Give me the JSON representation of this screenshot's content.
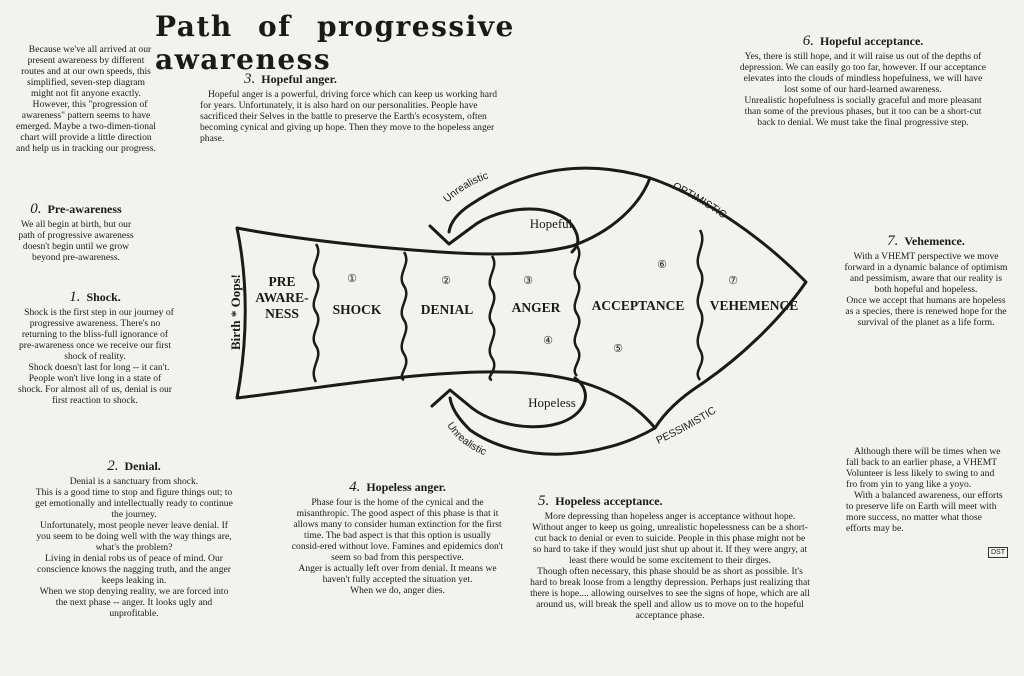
{
  "title": "Path of progressive awareness",
  "intro": {
    "p1": "Because we've all arrived at our present awareness by different routes and at our own speeds, this simplified, seven-step diagram might not fit anyone exactly.",
    "p2": "However, this \"progression of awareness\" pattern seems to have emerged. Maybe a two-dimen-tional chart will provide a little direction and help us in tracking our progress."
  },
  "sections": {
    "s0": {
      "num": "0.",
      "heading": "Pre-awareness",
      "body": "We all begin at birth, but our path of progressive awareness doesn't begin until we grow beyond pre-awareness."
    },
    "s1": {
      "num": "1.",
      "heading": "Shock.",
      "p1": "Shock is the first step in our journey of progressive awareness. There's no returning to the bliss-full ignorance of pre-awareness once we receive our first shock of reality.",
      "p2": "Shock doesn't last for long -- it can't. People won't live long in a state of shock. For almost all of us, denial is our first reaction to shock."
    },
    "s2": {
      "num": "2.",
      "heading": "Denial.",
      "p1": "Denial is a sanctuary from shock.",
      "p2": "This is a good time to stop and figure things out; to get emotionally and intellectually ready to continue the journey.",
      "p3": "Unfortunately, most people never leave denial. If you seem to be doing well with the way things are, what's the problem?",
      "p4": "Living in denial robs us of peace of mind. Our conscience knows the nagging truth, and the anger keeps leaking in.",
      "p5": "When we stop denying reality, we are forced into the next phase -- anger. It looks ugly and unprofitable."
    },
    "s3": {
      "num": "3.",
      "heading": "Hopeful anger.",
      "body": "Hopeful anger is a powerful, driving force which can keep us working hard for years. Unfortunately, it is also hard on our personalities. People have sacrificed their Selves in the battle to preserve the Earth's ecosystem, often becoming cynical and giving up hope. Then they move to the hopeless anger phase."
    },
    "s4": {
      "num": "4.",
      "heading": "Hopeless anger.",
      "p1": "Phase four is the home of the cynical and the misanthropic. The good aspect of this phase is that it allows many to consider human extinction for the first time. The bad aspect is that this option is usually consid-ered without love. Famines and epidemics don't seem so bad from this perspective.",
      "p2": "Anger is actually left over from denial. It means we haven't fully accepted the situation yet.",
      "p3": "When we do, anger dies."
    },
    "s5": {
      "num": "5.",
      "heading": "Hopeless acceptance.",
      "p1": "More depressing than hopeless anger is acceptance without hope. Without anger to keep us going, unrealistic hopelessness can be a short-cut back to denial or even to suicide. People in this phase might not be so hard to take if they would just shut up about it. If they were angry, at least there would be some excitement to their dirges.",
      "p2": "Though often necessary, this phase should be as short as possible. It's hard to break loose from a lengthy depression. Perhaps just realizing that there is hope.... allowing ourselves to see the signs of hope, which are all around us, will break the spell and allow us to move on to the hopeful acceptance phase."
    },
    "s6": {
      "num": "6.",
      "heading": "Hopeful acceptance.",
      "p1": "Yes, there is still hope, and it will raise us out of the depths of depression. We can easily go too far, however. If our acceptance elevates into the clouds of mindless hopefulness, we will have lost some of our hard-learned awareness.",
      "p2": "Unrealistic hopefulness is socially graceful and more pleasant than some of the previous phases, but it too can be a short-cut back to denial. We must take the final progressive step."
    },
    "s7": {
      "num": "7.",
      "heading": "Vehemence.",
      "p1": "With a VHEMT perspective we move forward in a dynamic balance of optimism and pessimism, aware that our reality is both hopeful and hopeless.",
      "p2": "Once we accept that humans are hopeless as a species, there is renewed hope for the survival of the planet as a life form."
    },
    "closing": {
      "p1": "Although there will be times when we fall back to an earlier phase, a VHEMT Volunteer is less likely to swing to and fro from yin to yang like a yoyo.",
      "p2": "With a balanced awareness, our efforts to preserve life on Earth will meet with more success, no matter what those efforts may be."
    }
  },
  "diagram": {
    "birth_label": "Birth * Oops!",
    "stage_pre_1": "PRE",
    "stage_pre_2": "AWARE-",
    "stage_pre_3": "NESS",
    "stage_shock": "SHOCK",
    "stage_denial": "DENIAL",
    "stage_anger": "ANGER",
    "stage_acceptance": "ACCEPTANCE",
    "stage_vehemence": "VEHEMENCE",
    "hopeful": "Hopeful",
    "hopeless": "Hopeless",
    "unrealistic_top": "Unrealistic",
    "unrealistic_bottom": "Unrealistic",
    "optimistic": "OPTIMISTIC",
    "pessimistic": "PESSIMISTIC",
    "n1": "①",
    "n2": "②",
    "n3": "③",
    "n4": "④",
    "n5": "⑤",
    "n6": "⑥",
    "n7": "⑦"
  },
  "signature": "DST"
}
